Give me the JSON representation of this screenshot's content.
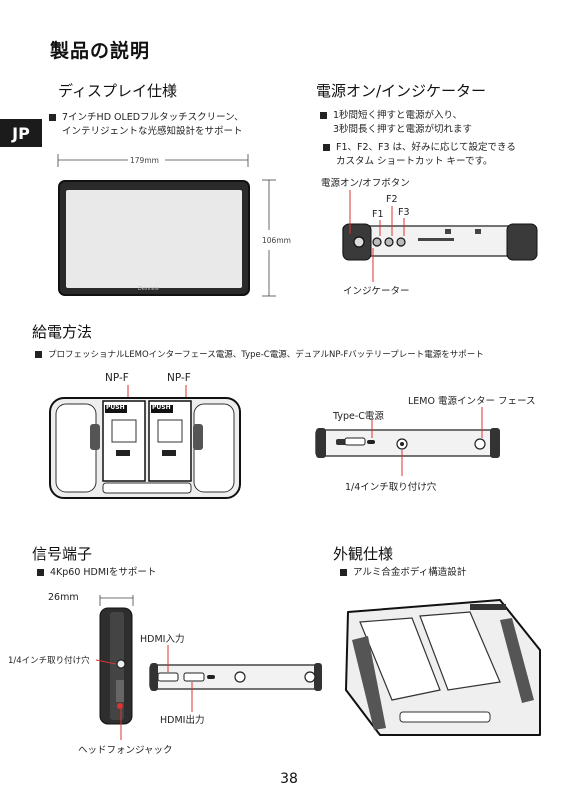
{
  "header": {
    "title": "製品の説明",
    "lang": "JP"
  },
  "display_spec": {
    "heading": "ディスプレイ仕様",
    "bullet_line1": "7インチHD OLEDフルタッチスクリーン、",
    "bullet_line2": "インテリジェントな光感知設計をサポート",
    "width_dim": "179mm",
    "height_dim": "106mm",
    "brand": "Desview"
  },
  "power_indicator": {
    "heading": "電源オン/インジケーター",
    "bullet1_line1": "1秒間短く押すと電源が入り、",
    "bullet1_line2": "3秒間長く押すと電源が切れます",
    "bullet2_line1": "F1、F2、F3 は、好みに応じて設定できる",
    "bullet2_line2": "カスタム ショートカット キーです。",
    "power_button_label": "電源オン/オフボタン",
    "f1": "F1",
    "f2": "F2",
    "f3": "F3",
    "indicator_label": "インジケーター"
  },
  "power_supply": {
    "heading": "給電方法",
    "bullet": "プロフェッショナルLEMOインターフェース電源、Type-C電源、デュアルNP-Fバッテリープレート電源をサポート",
    "npf_left": "NP-F",
    "npf_right": "NP-F",
    "push_label": "PUSH",
    "lemo_label": "LEMO 電源インター フェース",
    "typec_label": "Type-C電源",
    "mount_label": "1/4インチ取り付け穴"
  },
  "signal_port": {
    "heading": "信号端子",
    "bullet": "4Kp60 HDMIをサポート",
    "depth_dim": "26mm",
    "hdmi_in": "HDMI入力",
    "hdmi_out": "HDMI出力",
    "mount_label": "1/4インチ取り付け穴",
    "headphone_label": "ヘッドフォンジャック"
  },
  "appearance": {
    "heading": "外観仕様",
    "bullet": "アルミ合金ボディ構造設計"
  },
  "footer": {
    "page_number": "38"
  }
}
